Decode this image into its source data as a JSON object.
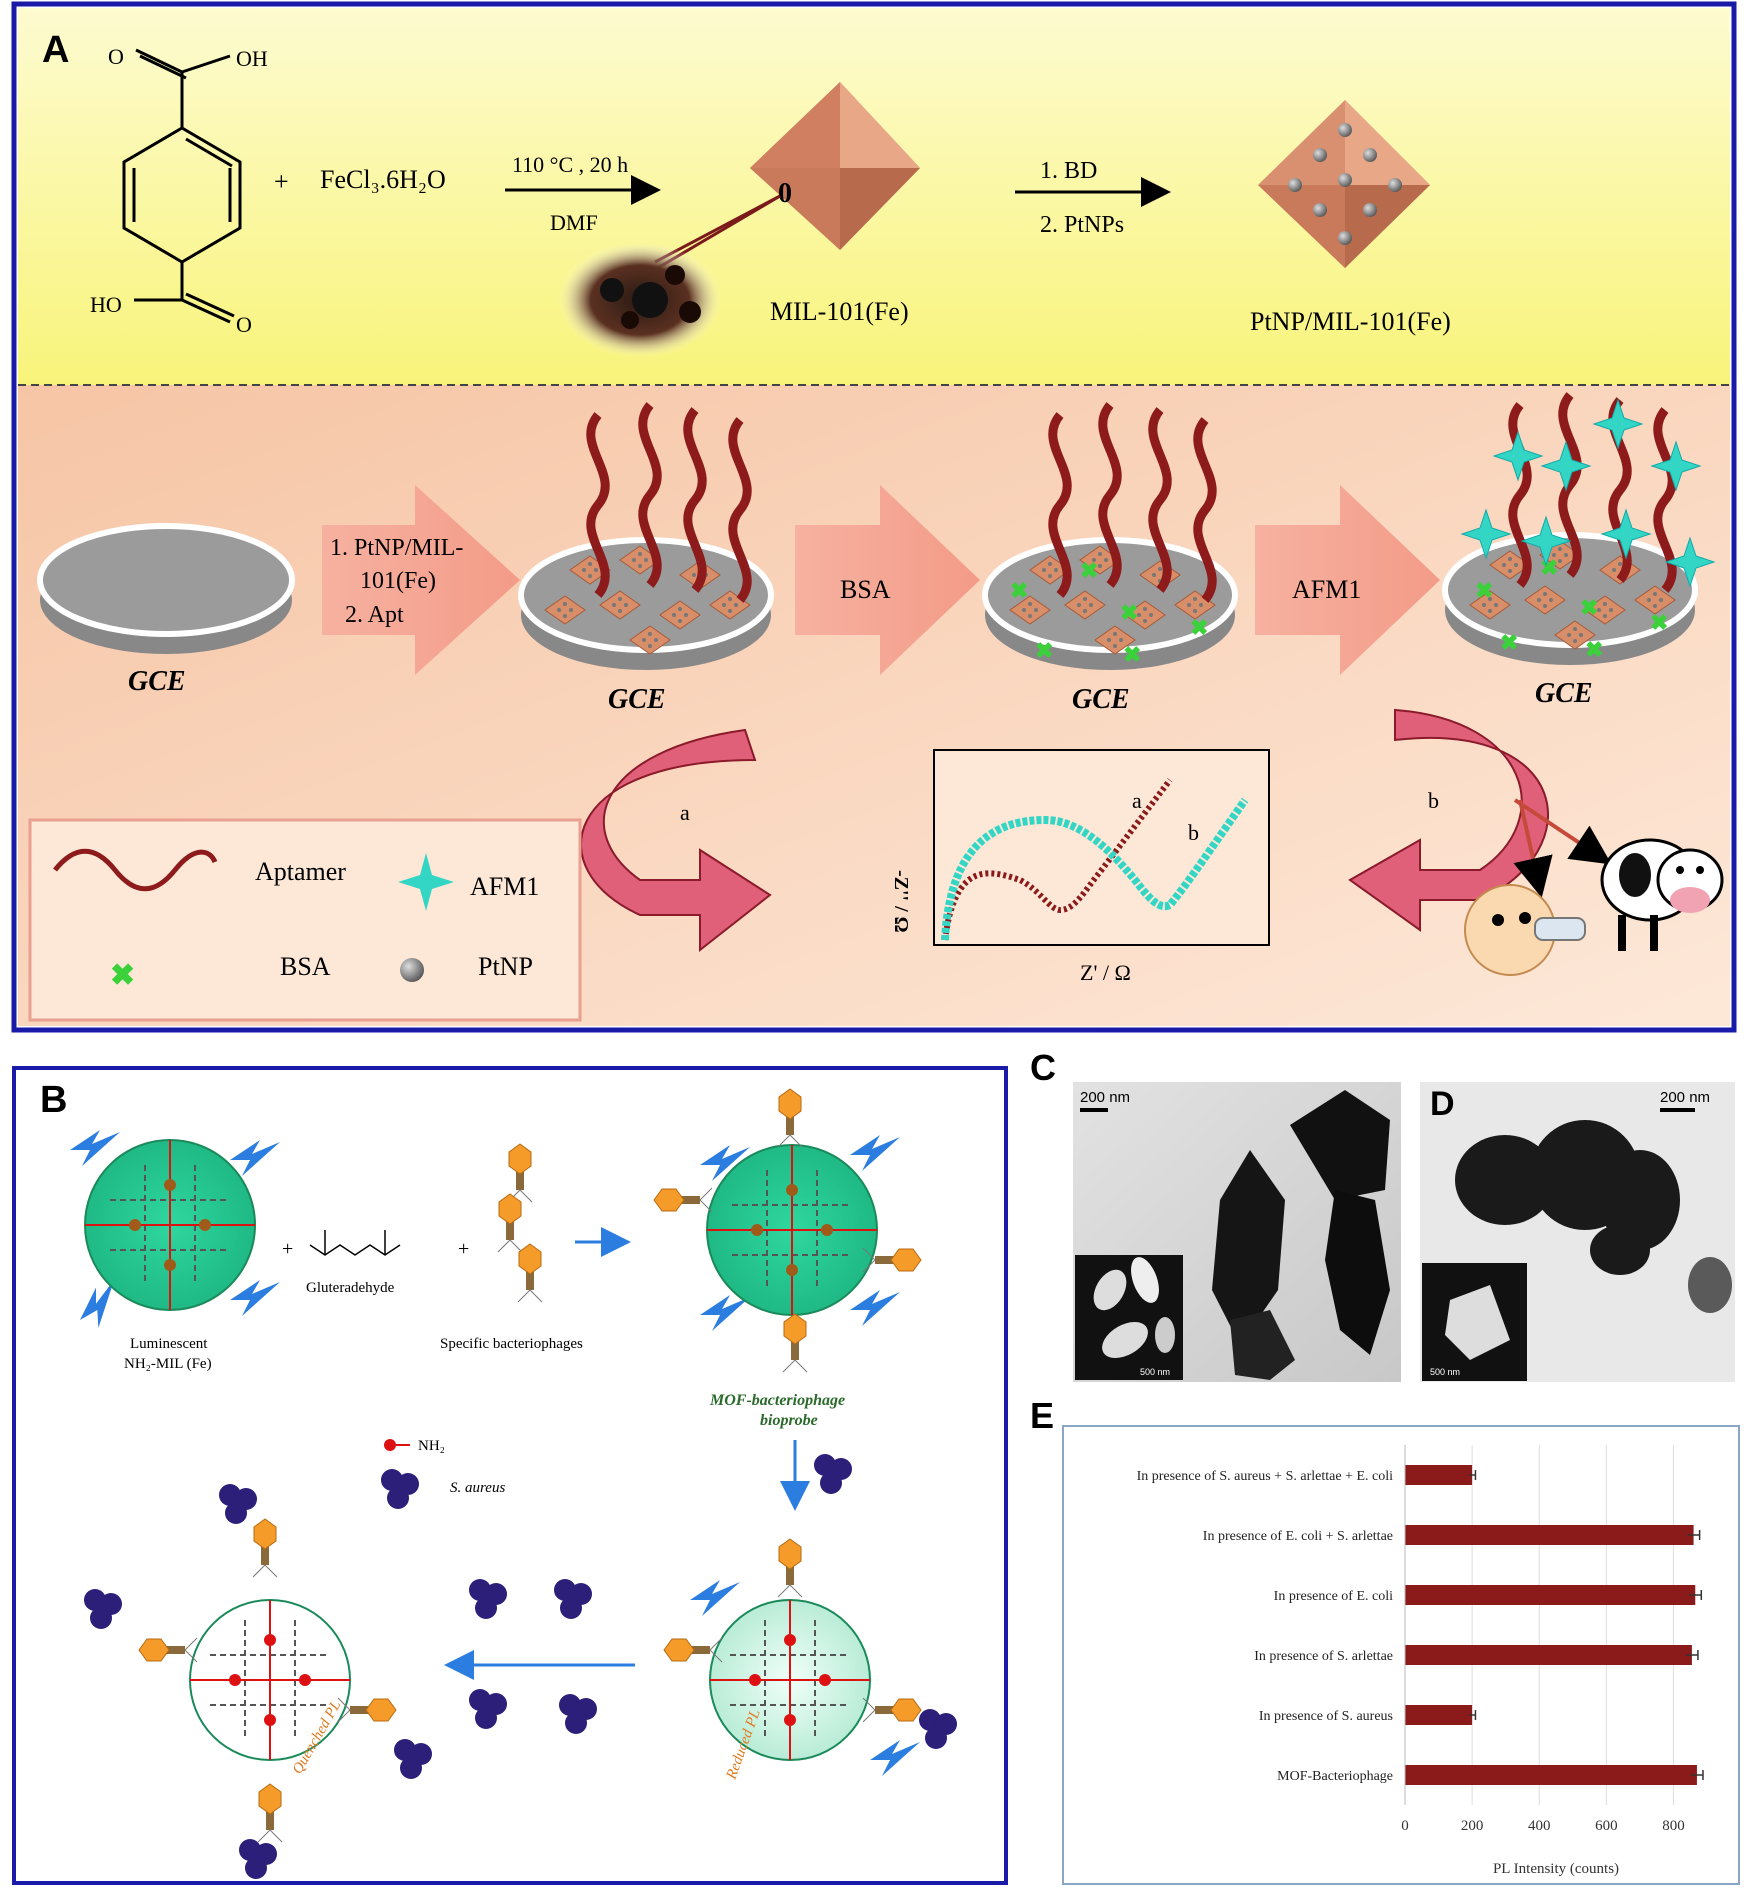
{
  "panel_a": {
    "letter": "A",
    "plus": "+",
    "reagent_html": "FeCl₃.6H₂O",
    "condition_top": "110 °C , 20 h",
    "condition_bottom": "DMF",
    "zoom_mark": "0",
    "mof_label": "MIL-101(Fe)",
    "step1": "1. BD",
    "step2": "2. PtNPs",
    "product_label": "PtNP/MIL-101(Fe)",
    "acid_oh_top": "OH",
    "acid_o_top": "O",
    "acid_ho_bottom": "HO",
    "acid_o_bottom": "O",
    "arrow1_line1": "1. PtNP/MIL-",
    "arrow1_line2": "101(Fe)",
    "arrow1_line3": "2. Apt",
    "arrow2": "BSA",
    "arrow3": "AFM1",
    "electrode": "GCE",
    "curve_a": "a",
    "curve_b": "b",
    "eis_ylabel": "-Z'' / Ω",
    "eis_xlabel": "Z' / Ω",
    "legend": {
      "aptamer": "Aptamer",
      "afm1": "AFM1",
      "bsa": "BSA",
      "ptnp": "PtNP"
    }
  },
  "panel_b": {
    "letter": "B",
    "mof_label_1": "Luminescent",
    "mof_label_2": "NH₂-MIL (Fe)",
    "gluter": "Gluteradehyde",
    "phages": "Specific bacteriophages",
    "bioprobe_1": "MOF-bacteriophage",
    "bioprobe_2": "bioprobe",
    "nh2_legend": "NH₂",
    "saureus_legend": "S. aureus",
    "reduced": "Reduced PL",
    "quenched": "Quenched PL"
  },
  "panel_c": {
    "letter": "C",
    "scale": "200 nm",
    "inset_scale": "500 nm"
  },
  "panel_d": {
    "letter": "D",
    "scale": "200 nm",
    "inset_scale": "500 nm"
  },
  "panel_e": {
    "letter": "E"
  },
  "chart_data": {
    "type": "bar",
    "orientation": "horizontal",
    "categories": [
      "In presence of S. aureus + S. arlettae + E. coli",
      "In presence of E. coli + S. arlettae",
      "In presence of E. coli",
      "In presence of S. arlettae",
      "In presence of S. aureus",
      "MOF-Bacteriophage"
    ],
    "values": [
      200,
      860,
      865,
      855,
      200,
      870
    ],
    "error": [
      10,
      18,
      18,
      18,
      10,
      18
    ],
    "xlabel": "PL Intensity (counts)",
    "ylabel": "",
    "xlim": [
      0,
      900
    ],
    "xticks": [
      0,
      200,
      400,
      600,
      800
    ],
    "grid": true,
    "bar_color": "#8b1a1a"
  }
}
